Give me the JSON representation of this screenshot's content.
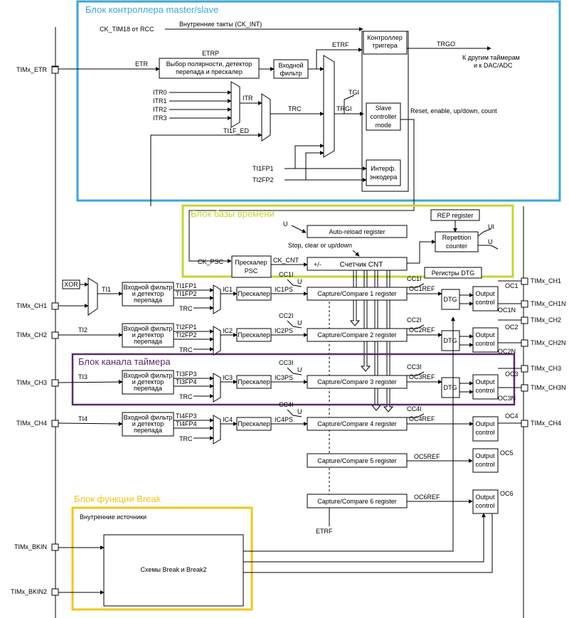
{
  "groups": {
    "master_slave": {
      "title": "Блок контроллера master/slave",
      "color": "#3aa6d6"
    },
    "time_base": {
      "title": "Блок базы времени",
      "color": "#c6d433"
    },
    "channel": {
      "title": "Блок канала таймера",
      "color": "#5a2a6a"
    },
    "break": {
      "title": "Блок функции Break",
      "color": "#f2c51a"
    }
  },
  "pins_left": [
    "TIMx_ETR",
    "TIMx_CH1",
    "TIMx_CH2",
    "TIMx_CH3",
    "TIMx_CH4",
    "TIMx_BKIN",
    "TIMx_BKIN2"
  ],
  "pins_right": [
    "TIMx_CH1",
    "TIMx_CH1N",
    "TIMx_CH2",
    "TIMx_CH2N",
    "TIMx_CH3",
    "TIMx_CH3N",
    "TIMx_CH4"
  ],
  "master": {
    "ck_tim18": "CK_TIM18 от RCC",
    "internal_clock": "Внутренние такты (CK_INT)",
    "trigger_controller": [
      "Контроллер",
      "триггера"
    ],
    "trgo": "TRGO",
    "to_timers": [
      "К другим таймерам",
      "и к DAC/ADC"
    ],
    "etr": "ETR",
    "etrp": "ETRP",
    "etrf": "ETRF",
    "polarity_block": [
      "Выбор полярности, детектор",
      "перепада и прескалер"
    ],
    "input_filter": [
      "Входной",
      "фильтр"
    ],
    "itr": [
      "ITR0",
      "ITR1",
      "ITR2",
      "ITR3"
    ],
    "itr_label": "ITR",
    "trc": "TRC",
    "tgi": "TGI",
    "trgi": "TRGI",
    "slave_mode": [
      "Slave",
      "controller",
      "mode"
    ],
    "reset_text": "Reset, enable, up/down, count",
    "ti1f_ed": "TI1F_ED",
    "ti1fp1": "TI1FP1",
    "ti2fp2": "TI2FP2",
    "encoder": [
      "Интерф.",
      "энкодера"
    ]
  },
  "timebase": {
    "u": "U",
    "arr": "Auto-reload register",
    "stop_text": "Stop, clear or up/down",
    "rep": "REP register",
    "repetition": [
      "Repetition",
      "counter"
    ],
    "ui": "UI",
    "u2": "U",
    "ck_psc": "CK_PSC",
    "psc": [
      "Прескалер",
      "PSC"
    ],
    "ck_cnt": "CK_CNT",
    "plus_minus": "+/-",
    "counter": "Счетчик CNT",
    "dtg_regs": "Регистры DTG"
  },
  "channels": {
    "xor": "XOR",
    "input_filter": [
      "Входной фильтр",
      "и детектор",
      "перепада"
    ],
    "prescaler": "Прескалер",
    "dtg": "DTG",
    "output_control": [
      "Output",
      "control"
    ],
    "trc": "TRC",
    "u": "U",
    "rows": [
      {
        "ti": "TI1",
        "fp_a": "TI1FP1",
        "fp_b": "TI1FP2",
        "ic": "IC1",
        "ps": "IC1PS",
        "cc": "CC1I",
        "reg": "Capture/Compare 1 register",
        "ref": "OC1REF",
        "cci": "CC1I",
        "oc": "OC1",
        "ocn": "OC1N"
      },
      {
        "ti": "TI2",
        "fp_a": "TI2FP1",
        "fp_b": "TI2FP2",
        "ic": "IC2",
        "ps": "IC2PS",
        "cc": "CC2I",
        "reg": "Capture/Compare 2 register",
        "ref": "OC2REF",
        "cci": "CC2I",
        "oc": "OC2",
        "ocn": "OC2N"
      },
      {
        "ti": "TI3",
        "fp_a": "TI3FP3",
        "fp_b": "TI3FP4",
        "ic": "IC3",
        "ps": "IC3PS",
        "cc": "CC3I",
        "reg": "Capture/Compare 3 register",
        "ref": "OC3REF",
        "cci": "CC3I",
        "oc": "OC3",
        "ocn": "OC3N"
      },
      {
        "ti": "TI4",
        "fp_a": "TI4FP3",
        "fp_b": "TI4FP4",
        "ic": "IC4",
        "ps": "IC4PS",
        "cc": "CC4I",
        "reg": "Capture/Compare 4 register",
        "ref": "OC4REF",
        "cci": "CC4I",
        "oc": "OC4",
        "ocn": ""
      }
    ],
    "cc5": "Capture/Compare 5 register",
    "oc5ref": "OC5REF",
    "oc5": "OC5",
    "cc6": "Capture/Compare 6 register",
    "oc6ref": "OC6REF",
    "oc6": "OC6",
    "etrf": "ETRF"
  },
  "break": {
    "internal_sources": "Внутренние источники",
    "circuit": "Схемы Break и Break2"
  }
}
